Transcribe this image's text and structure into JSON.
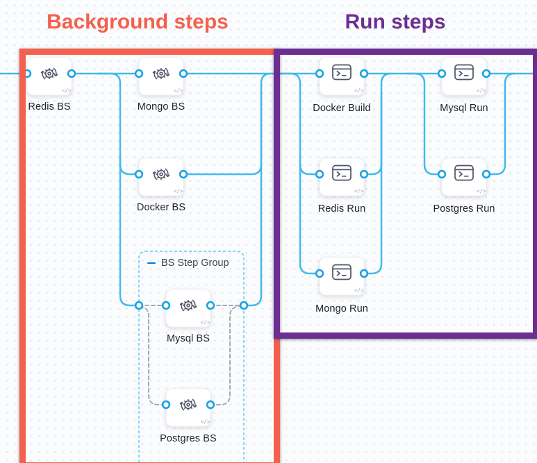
{
  "canvas": {
    "annotations": {
      "background": {
        "title": "Background steps",
        "color": "#F4604D"
      },
      "run": {
        "title": "Run steps",
        "color": "#6C2E92"
      }
    },
    "step_group": {
      "label": "BS Step Group"
    },
    "nodes": {
      "redis_bs": {
        "label": "Redis BS",
        "kind": "background-step"
      },
      "mongo_bs": {
        "label": "Mongo BS",
        "kind": "background-step"
      },
      "docker_bs": {
        "label": "Docker BS",
        "kind": "background-step"
      },
      "mysql_bs": {
        "label": "Mysql BS",
        "kind": "background-step"
      },
      "postgres_bs": {
        "label": "Postgres BS",
        "kind": "background-step"
      },
      "docker_build": {
        "label": "Docker Build",
        "kind": "run-step"
      },
      "mysql_run": {
        "label": "Mysql Run",
        "kind": "run-step"
      },
      "redis_run": {
        "label": "Redis Run",
        "kind": "run-step"
      },
      "mongo_run": {
        "label": "Mongo Run",
        "kind": "run-step"
      },
      "postgres_run": {
        "label": "Postgres Run",
        "kind": "run-step"
      }
    },
    "glyphs": {
      "code": "</>"
    },
    "colors": {
      "connector": "#42BAEB",
      "port": "#1AA2E4",
      "dashed_connector": "#A6A8BA",
      "group_border": "#57CFF6",
      "group_collapse_icon": "#0278D5",
      "background_accent": "#F4604D",
      "run_accent": "#6C2E92",
      "icon_stroke": "#4E5468",
      "label_text": "#23242B"
    }
  }
}
